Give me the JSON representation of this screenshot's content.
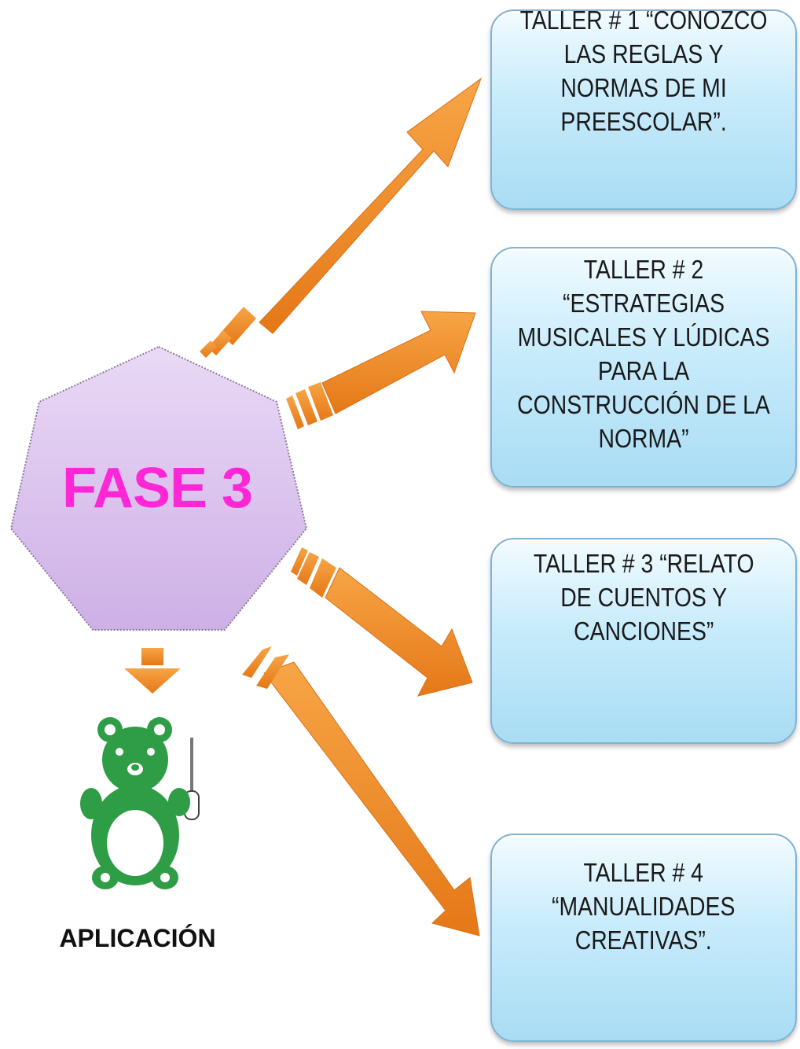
{
  "center": {
    "label": "FASE 3",
    "fill": "#dcc4ee",
    "text_color": "#ff26d6"
  },
  "workshops": [
    {
      "text": "TALLER # 1  “CONOZCO\nLAS REGLAS Y\nNORMAS DE MI\nPREESCOLAR”."
    },
    {
      "text": "TALLER # 2\n“ESTRATEGIAS\nMUSICALES Y LÚDICAS\nPARA LA\nCONSTRUCCIÓN DE LA\nNORMA”"
    },
    {
      "text": "TALLER # 3 “RELATO\nDE CUENTOS Y\nCANCIONES”"
    },
    {
      "text": "TALLER # 4\n“MANUALIDADES\nCREATIVAS”."
    }
  ],
  "caption": "APLICACIÓN",
  "mascot_icon": "green-bear-with-wand-icon",
  "colors": {
    "arrow": "#f08a24",
    "arrow_dark": "#c4601a",
    "box_border": "#7fb3d5",
    "bear": "#2e9d46"
  }
}
